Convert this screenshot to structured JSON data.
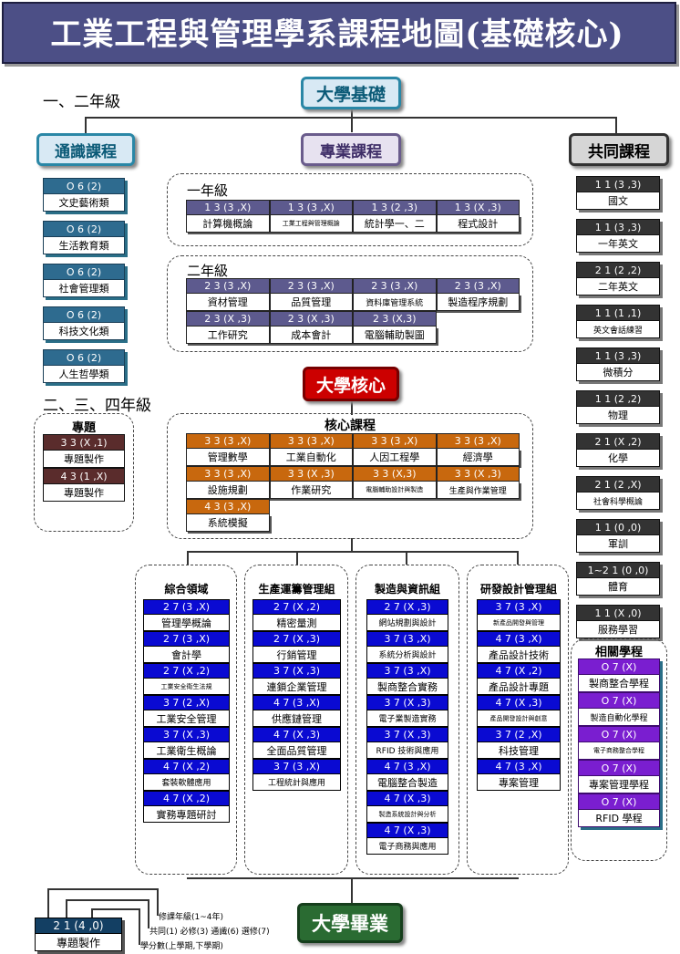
{
  "title": "工業工程與管理學系課程地圖(基礎核心)",
  "year12_label": "一、二年級",
  "year234_label": "二、三、四年級",
  "basic": "大學基礎",
  "general": "通識課程",
  "major": "專業課程",
  "common": "共同課程",
  "core": "大學核心",
  "graduation": "大學畢業",
  "general_courses": [
    {
      "code": "O 6 (2)",
      "name": "文史藝術類"
    },
    {
      "code": "O 6 (2)",
      "name": "生活教育類"
    },
    {
      "code": "O 6 (2)",
      "name": "社會管理類"
    },
    {
      "code": "O 6 (2)",
      "name": "科技文化類"
    },
    {
      "code": "O 6 (2)",
      "name": "人生哲學類"
    }
  ],
  "year1": {
    "label": "一年級",
    "courses": [
      {
        "code": "1 3 (3 ,X)",
        "name": "計算機概論"
      },
      {
        "code": "1 3 (3 ,X)",
        "name": "工業工程與管理概論"
      },
      {
        "code": "1 3 (2 ,3)",
        "name": "統計學一、二"
      },
      {
        "code": "1 3 (X ,3)",
        "name": "程式設計"
      }
    ]
  },
  "year2": {
    "label": "二年級",
    "courses": [
      {
        "code": "2 3 (3 ,X)",
        "name": "資材管理"
      },
      {
        "code": "2 3 (3 ,X)",
        "name": "品質管理"
      },
      {
        "code": "2 3 (3 ,X)",
        "name": "資料庫管理系統"
      },
      {
        "code": "2 3 (3 ,X)",
        "name": "製造程序規劃"
      },
      {
        "code": "2 3 (X ,3)",
        "name": "工作研究"
      },
      {
        "code": "2 3 (X ,3)",
        "name": "成本會計"
      },
      {
        "code": "2 3 (X,3)",
        "name": "電腦輔助製圖"
      }
    ]
  },
  "common_courses": [
    {
      "code": "1 1 (3 ,3)",
      "name": "國文"
    },
    {
      "code": "1 1 (3 ,3)",
      "name": "一年英文"
    },
    {
      "code": "2 1 (2 ,2)",
      "name": "二年英文"
    },
    {
      "code": "1 1 (1 ,1)",
      "name": "英文會話練習"
    },
    {
      "code": "1 1 (3 ,3)",
      "name": "微積分"
    },
    {
      "code": "1 1 (2 ,2)",
      "name": "物理"
    },
    {
      "code": "2 1 (X ,2)",
      "name": "化學"
    },
    {
      "code": "2 1 (2 ,X)",
      "name": "社會科學概論"
    },
    {
      "code": "1 1 (0 ,0)",
      "name": "軍訓"
    },
    {
      "code": "1~2 1 (0 ,0)",
      "name": "體育"
    },
    {
      "code": "1 1 (X ,0)",
      "name": "服務學習"
    }
  ],
  "topic": {
    "label": "專題",
    "courses": [
      {
        "code": "3 3 (X ,1)",
        "name": "專題製作"
      },
      {
        "code": "4 3 (1 ,X)",
        "name": "專題製作"
      }
    ]
  },
  "core_courses": {
    "label": "核心課程",
    "courses": [
      {
        "code": "3 3 (3 ,X)",
        "name": "管理數學"
      },
      {
        "code": "3 3 (3 ,X)",
        "name": "工業自動化"
      },
      {
        "code": "3 3 (3 ,X)",
        "name": "人因工程學"
      },
      {
        "code": "3 3 (3 ,X)",
        "name": "經濟學"
      },
      {
        "code": "3 3 (3 ,X)",
        "name": "設施規劃"
      },
      {
        "code": "3 3 (X ,3)",
        "name": "作業研究"
      },
      {
        "code": "3 3 (X,3)",
        "name": "電腦輔助設計與製造"
      },
      {
        "code": "3 3 (X ,3)",
        "name": "生產與作業管理"
      },
      {
        "code": "4 3 (3 ,X)",
        "name": "系統模擬"
      }
    ]
  },
  "related": {
    "label": "相關學程",
    "courses": [
      {
        "code": "O 7 (X)",
        "name": "製商整合學程"
      },
      {
        "code": "O 7 (X)",
        "name": "製造自動化學程"
      },
      {
        "code": "O 7 (X)",
        "name": "電子商務整合學程"
      },
      {
        "code": "O 7 (X)",
        "name": "專案管理學程"
      },
      {
        "code": "O 7 (X)",
        "name": "RFID 學程"
      }
    ]
  },
  "tracks": [
    {
      "label": "綜合領域",
      "courses": [
        {
          "code": "2 7 (3 ,X)",
          "name": "管理學概論"
        },
        {
          "code": "2 7 (3 ,X)",
          "name": "會計學"
        },
        {
          "code": "2 7 (X ,2)",
          "name": "工業安全衛生法規"
        },
        {
          "code": "3 7 (2 ,X)",
          "name": "工業安全管理"
        },
        {
          "code": "3 7 (X ,3)",
          "name": "工業衛生概論"
        },
        {
          "code": "4 7 (X ,2)",
          "name": "套裝軟體應用"
        },
        {
          "code": "4 7 (X ,2)",
          "name": "實務專題研討"
        }
      ]
    },
    {
      "label": "生產運籌管理組",
      "courses": [
        {
          "code": "2 7 (X ,2)",
          "name": "精密量測"
        },
        {
          "code": "2 7 (X ,3)",
          "name": "行銷管理"
        },
        {
          "code": "3 7 (X ,3)",
          "name": "連鎖企業管理"
        },
        {
          "code": "4 7 (3 ,X)",
          "name": "供應鏈管理"
        },
        {
          "code": "4 7 (X ,3)",
          "name": "全面品質管理"
        },
        {
          "code": "3 7 (3 ,X)",
          "name": "工程統計與應用"
        }
      ]
    },
    {
      "label": "製造與資訊組",
      "courses": [
        {
          "code": "2 7 (X ,3)",
          "name": "網站規劃與設計"
        },
        {
          "code": "3 7 (3 ,X)",
          "name": "系統分析與設計"
        },
        {
          "code": "3 7 (3 ,X)",
          "name": "製商整合實務"
        },
        {
          "code": "3 7 (X ,3)",
          "name": "電子業製造實務"
        },
        {
          "code": "3 7 (X ,3)",
          "name": "RFID 技術與應用"
        },
        {
          "code": "4 7 (3 ,X)",
          "name": "電腦整合製造"
        },
        {
          "code": "4 7 (X ,3)",
          "name": "製造系統設計與分析"
        },
        {
          "code": "4 7 (X ,3)",
          "name": "電子商務與應用"
        }
      ]
    },
    {
      "label": "研發設計管理組",
      "courses": [
        {
          "code": "3 7 (3 ,X)",
          "name": "新產品開發與管理"
        },
        {
          "code": "4 7 (3 ,X)",
          "name": "產品設計技術"
        },
        {
          "code": "4 7 (X ,2)",
          "name": "產品設計專題"
        },
        {
          "code": "4 7 (X ,3)",
          "name": "產品開發設計與創意"
        },
        {
          "code": "3 7 (2 ,X)",
          "name": "科技管理"
        },
        {
          "code": "4 7 (3 ,X)",
          "name": "專案管理"
        }
      ]
    }
  ],
  "legend": {
    "code": "2 1 (4 ,0)",
    "name": "專題製作",
    "note1": "修課年級(1~4年)",
    "note2": "共同(1) 必修(3) 通識(6) 選修(7)",
    "note3": "學分數(上學期,下學期)"
  },
  "colors": {
    "banner": "#4c4f86",
    "general": "#2e6b8f",
    "common": "#333333",
    "year_purple": "#5d5a8e",
    "core_orange": "#c8680e",
    "track_blue": "#0a0ad2",
    "related_violet": "#7a1ed0",
    "topic_brown": "#5a2c2c"
  }
}
